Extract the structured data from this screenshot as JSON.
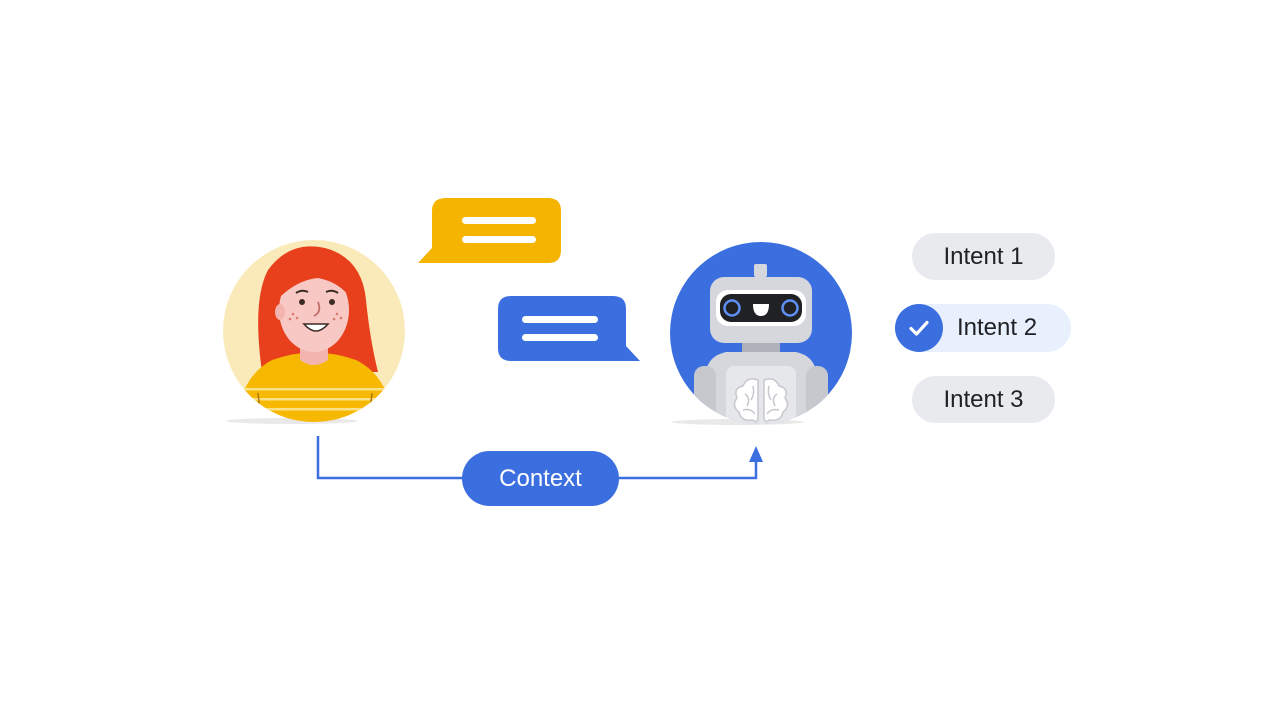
{
  "colors": {
    "accent_blue": "#3b6fe0",
    "bubble_yellow": "#f4b400",
    "skin": "#f8c8c4",
    "hair": "#e8401c",
    "sweater": "#f6b800",
    "avatar_bg": "#fbeab9",
    "robot_bg": "#3b6fe0",
    "robot_grey": "#d5d7dc",
    "pill_grey": "#e8eaed",
    "pill_selected": "#e8f0fe"
  },
  "connector": {
    "label": "Context"
  },
  "intents": [
    {
      "label": "Intent 1",
      "selected": false
    },
    {
      "label": "Intent 2",
      "selected": true
    },
    {
      "label": "Intent 3",
      "selected": false
    }
  ],
  "icons": {
    "user": "woman-avatar-icon",
    "agent": "robot-avatar-icon",
    "user_message": "chat-bubble-icon",
    "agent_message": "chat-bubble-icon",
    "selected_mark": "checkmark-icon",
    "brain": "brain-icon"
  }
}
